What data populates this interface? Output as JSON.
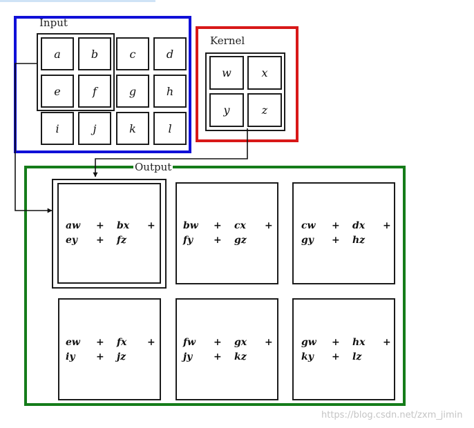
{
  "input": {
    "label": "Input",
    "cells": [
      "a",
      "b",
      "c",
      "d",
      "e",
      "f",
      "g",
      "h",
      "i",
      "j",
      "k",
      "l"
    ]
  },
  "kernel": {
    "label": "Kernel",
    "cells": [
      "w",
      "x",
      "y",
      "z"
    ]
  },
  "output": {
    "label": "Output",
    "boxes": [
      {
        "l1": [
          "aw",
          "+",
          "bx",
          "+"
        ],
        "l2": [
          "ey",
          "+",
          "fz"
        ]
      },
      {
        "l1": [
          "bw",
          "+",
          "cx",
          "+"
        ],
        "l2": [
          "fy",
          "+",
          "gz"
        ]
      },
      {
        "l1": [
          "cw",
          "+",
          "dx",
          "+"
        ],
        "l2": [
          "gy",
          "+",
          "hz"
        ]
      },
      {
        "l1": [
          "ew",
          "+",
          "fx",
          "+"
        ],
        "l2": [
          "iy",
          "+",
          "jz"
        ]
      },
      {
        "l1": [
          "fw",
          "+",
          "gx",
          "+"
        ],
        "l2": [
          "jy",
          "+",
          "kz"
        ]
      },
      {
        "l1": [
          "gw",
          "+",
          "hx",
          "+"
        ],
        "l2": [
          "ky",
          "+",
          "lz"
        ]
      }
    ]
  },
  "colors": {
    "input_border": "#1010d8",
    "kernel_border": "#d81818",
    "output_border": "#157c1a"
  },
  "watermark": "https://blog.csdn.net/zxm_jimin"
}
